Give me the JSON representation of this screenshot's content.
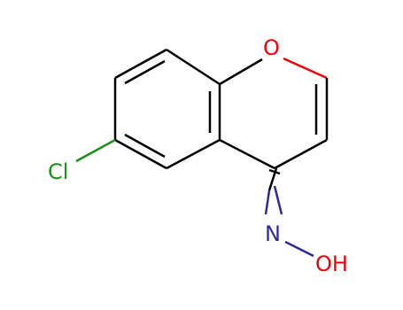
{
  "molecule": {
    "atoms": {
      "chlorine": {
        "label": "Cl",
        "color": "#1f8c1f"
      },
      "ring_oxygen": {
        "label": "O",
        "color": "#e8000b"
      },
      "nitrogen": {
        "label": "N",
        "color": "#2d2b8f"
      },
      "hydroxyl": {
        "label": "OH",
        "color": "#e8000b"
      }
    },
    "bond_color": "#000000"
  }
}
